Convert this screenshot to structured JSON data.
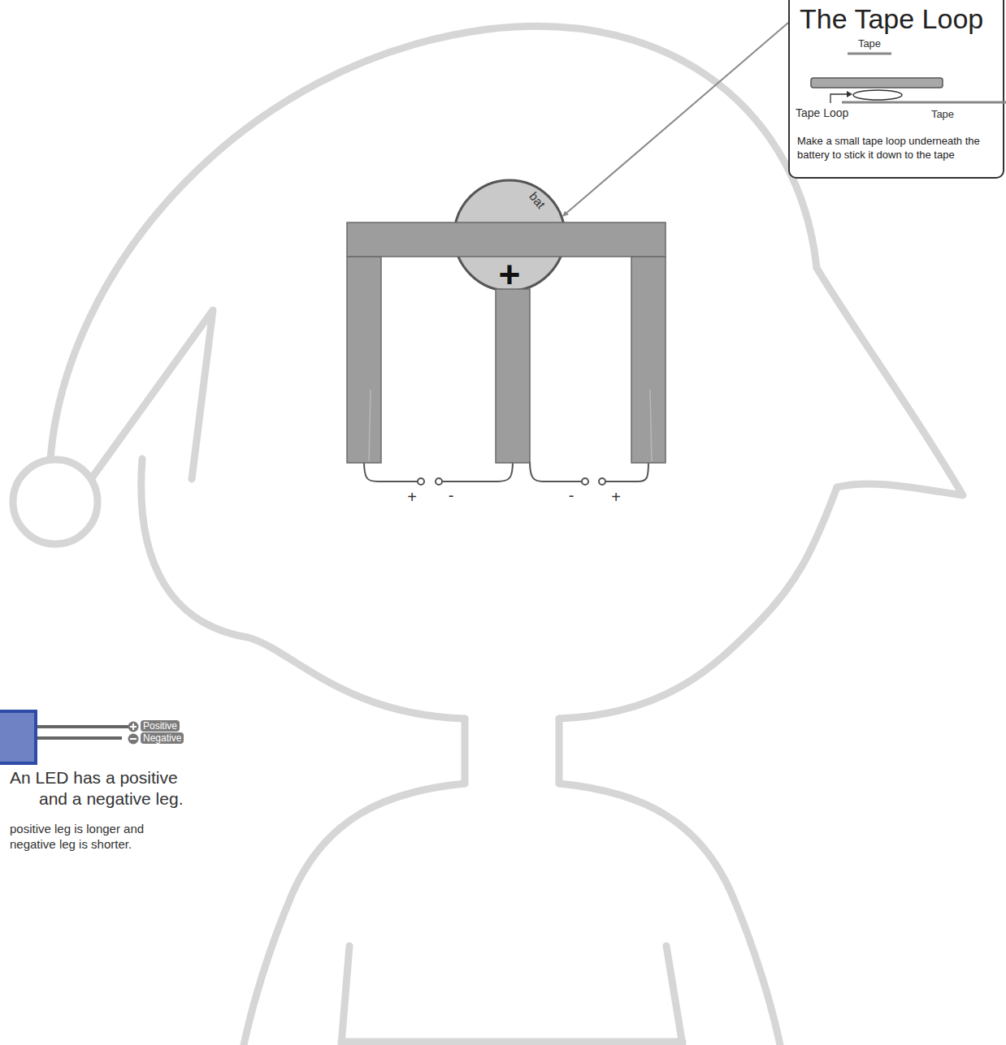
{
  "diagram": {
    "nodes": [
      {
        "text": [
          "The Tape Loop",
          "Make a small tape loop underneath the battery to stick it down to the tape"
        ]
      },
      {
        "text": [
          "bat",
          "+"
        ]
      }
    ],
    "edges": [
      {
        "from": 0,
        "to": 1,
        "arrow": "to"
      }
    ],
    "labels": [
      "Tape",
      "Tape Loop",
      "Tape",
      "+",
      "-",
      "-",
      "+",
      "Positive",
      "Negative",
      "An LED has a positive and a negative leg.",
      "positive leg is longer and negative leg is shorter."
    ]
  }
}
